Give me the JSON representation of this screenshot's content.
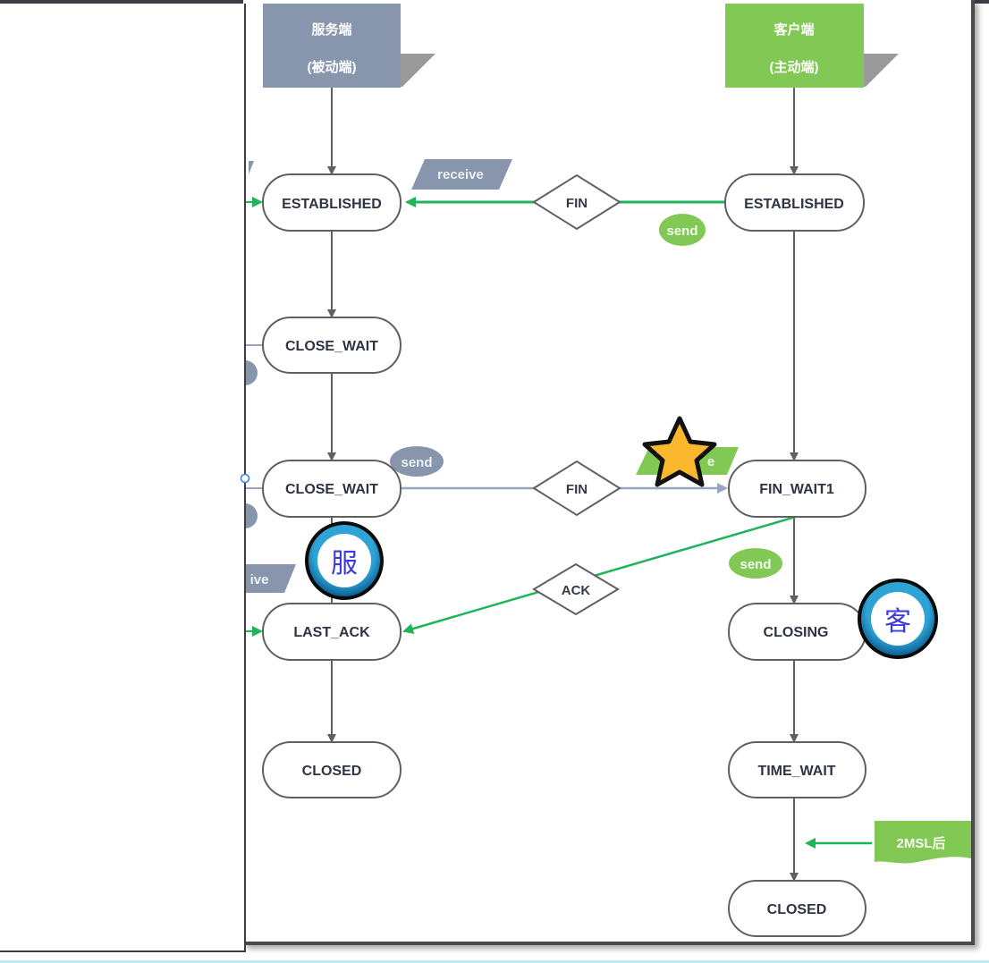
{
  "diagram": {
    "headers": {
      "server": {
        "line1": "服务端",
        "line2": "(被动端)",
        "color": "#8796ad"
      },
      "client": {
        "line1": "客户端",
        "line2": "(主动端)",
        "color": "#82c855"
      }
    },
    "server_states": [
      "ESTABLISHED",
      "CLOSE_WAIT",
      "CLOSE_WAIT",
      "LAST_ACK",
      "CLOSED"
    ],
    "client_states": [
      "ESTABLISHED",
      "FIN_WAIT1",
      "CLOSING",
      "TIME_WAIT",
      "CLOSED"
    ],
    "messages": {
      "fin1": "FIN",
      "fin2": "FIN",
      "ack": "ACK"
    },
    "labels": {
      "receive1": "receive",
      "send1": "send",
      "send2": "send",
      "receive2": "e",
      "send3": "send",
      "receive_left": "ive",
      "timer": "2MSL后"
    },
    "badges": {
      "server": "服",
      "client": "客"
    },
    "colors": {
      "green_arrow": "#1fb35a",
      "gray_arrow": "#97a6bd",
      "line": "#606060",
      "star": "#fbb82c"
    }
  }
}
